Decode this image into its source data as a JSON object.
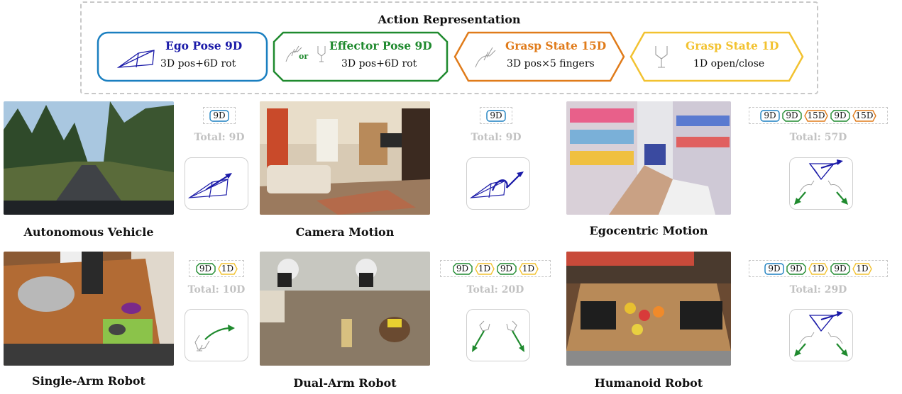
{
  "legend": {
    "title": "Action Representation",
    "items": [
      {
        "title": "Ego Pose 9D",
        "subtitle": "3D pos+6D rot",
        "color": "#1a7fc0",
        "text_color": "#1a1aa8"
      },
      {
        "title": "Effector Pose 9D",
        "subtitle": "3D pos+6D rot",
        "or_label": "or",
        "color": "#1f8a2e",
        "text_color": "#1f8a2e"
      },
      {
        "title": "Grasp State 15D",
        "subtitle": "3D pos×5 fingers",
        "color": "#e07b1a",
        "text_color": "#e07b1a"
      },
      {
        "title": "Grasp State 1D",
        "subtitle": "1D open/close",
        "color": "#f2c230",
        "text_color": "#f2c230"
      }
    ]
  },
  "panels": [
    {
      "caption": "Autonomous Vehicle",
      "chips": [
        "9D"
      ],
      "total": "Total: 9D"
    },
    {
      "caption": "Camera Motion",
      "chips": [
        "9D"
      ],
      "total": "Total: 9D"
    },
    {
      "caption": "Egocentric Motion",
      "chips": [
        "9D",
        "9D",
        "15D",
        "9D",
        "15D"
      ],
      "total": "Total: 57D"
    },
    {
      "caption": "Single-Arm Robot",
      "chips": [
        "9D",
        "1D"
      ],
      "total": "Total: 10D"
    },
    {
      "caption": "Dual-Arm Robot",
      "chips": [
        "9D",
        "1D",
        "9D",
        "1D"
      ],
      "total": "Total: 20D"
    },
    {
      "caption": "Humanoid Robot",
      "chips": [
        "9D",
        "9D",
        "1D",
        "9D",
        "1D"
      ],
      "total": "Total: 29D"
    }
  ],
  "colors": {
    "ego": "#1a7fc0",
    "effector": "#1f8a2e",
    "grasp15": "#e07b1a",
    "grasp1": "#f2c230",
    "arrow_blue": "#1a1aa8",
    "arrow_green": "#1f8a2e"
  }
}
